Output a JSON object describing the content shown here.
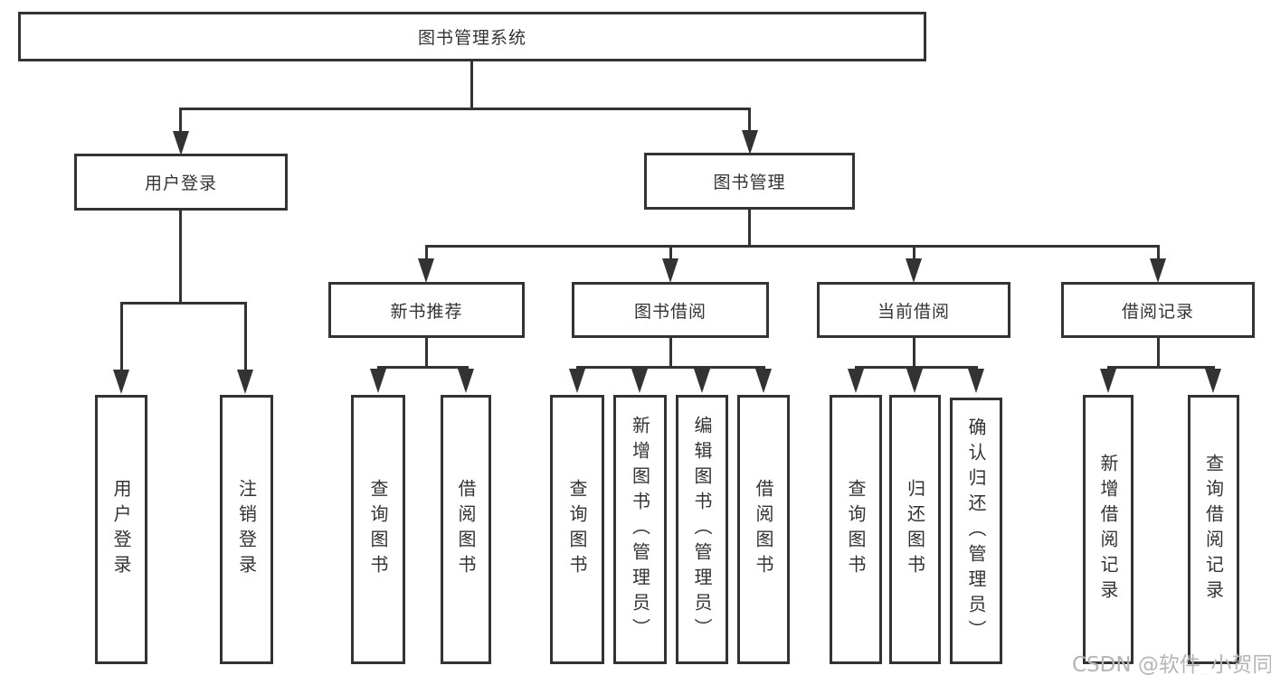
{
  "tree": {
    "root": {
      "label": "图书管理系统"
    },
    "branches": [
      {
        "label": "用户登录",
        "children": [
          {
            "label": "用户登录"
          },
          {
            "label": "注销登录"
          }
        ]
      },
      {
        "label": "图书管理",
        "children": [
          {
            "label": "新书推荐",
            "children": [
              {
                "label": "查询图书"
              },
              {
                "label": "借阅图书"
              }
            ]
          },
          {
            "label": "图书借阅",
            "children": [
              {
                "label": "查询图书"
              },
              {
                "label": "新增图书（管理员）"
              },
              {
                "label": "编辑图书（管理员）"
              },
              {
                "label": "借阅图书"
              }
            ]
          },
          {
            "label": "当前借阅",
            "children": [
              {
                "label": "查询图书"
              },
              {
                "label": "归还图书"
              },
              {
                "label": "确认归还（管理员）"
              }
            ]
          },
          {
            "label": "借阅记录",
            "children": [
              {
                "label": "新增借阅记录"
              },
              {
                "label": "查询借阅记录"
              }
            ]
          }
        ]
      }
    ]
  },
  "watermark": {
    "text": "CSDN @软件_小贺同学"
  },
  "colors": {
    "line": "#333333",
    "node_border": "#333333",
    "node_text": "#333333",
    "background": "#ffffff",
    "watermark": "#b5b5b5"
  }
}
